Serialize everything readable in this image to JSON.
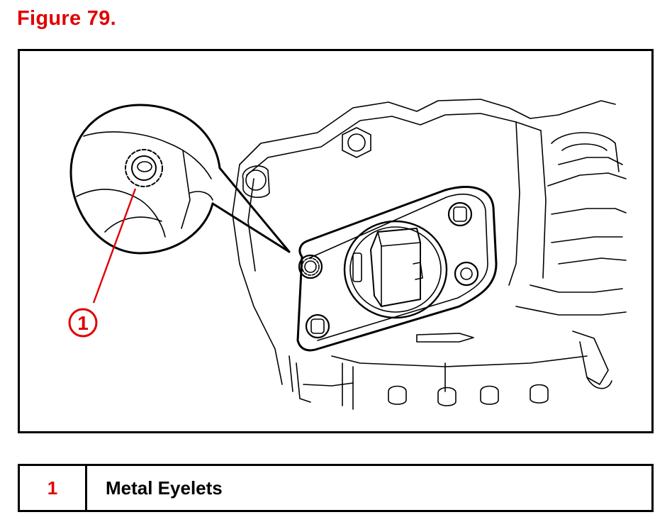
{
  "figure": {
    "title": "Figure 79.",
    "callout_number": "1"
  },
  "legend": {
    "rows": [
      {
        "number": "1",
        "label": "Metal Eyelets"
      }
    ]
  },
  "colors": {
    "title": "#e00000",
    "callout": "#e00000",
    "line_art": "#000000",
    "frame": "#000000"
  }
}
